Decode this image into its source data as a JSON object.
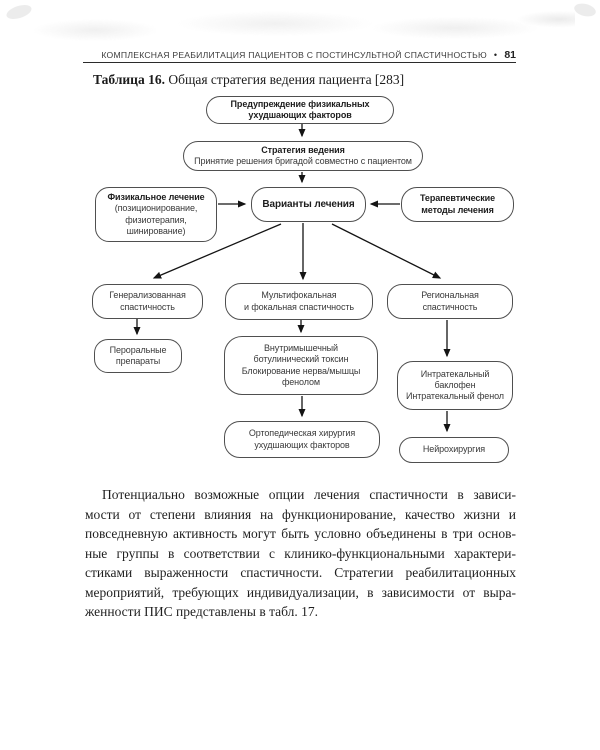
{
  "colors": {
    "page_background": "#ffffff",
    "rule": "#2b2b2b",
    "box_border": "#4f4f4f",
    "arrow": "#141414",
    "text": "#1f1f1f"
  },
  "header": {
    "running_head": "КОМПЛЕКСНАЯ РЕАБИЛИТАЦИЯ ПАЦИЕНТОВ С ПОСТИНСУЛЬТНОЙ СПАСТИЧНОСТЬЮ",
    "bullet": "•",
    "page_number": "81"
  },
  "caption": {
    "label": "Таблица 16.",
    "text": " Общая стратегия ведения пациента [283]"
  },
  "diagram": {
    "prevention": [
      "Предупреждение физикальных",
      "ухудшающих факторов"
    ],
    "strategy_title": "Стратегия ведения",
    "strategy_sub": "Принятие решения бригадой совместно с пациентом",
    "physical_title": "Физикальное лечение",
    "physical_lines": [
      "(позиционирование,",
      "физиотерапия,",
      "шинирование)"
    ],
    "options": "Варианты лечения",
    "therapeutic": [
      "Терапевтические",
      "методы лечения"
    ],
    "generalized": [
      "Генерализованная",
      "спастичность"
    ],
    "multifocal": [
      "Мультифокальная",
      "и фокальная спастичность"
    ],
    "regional": [
      "Региональная",
      "спастичность"
    ],
    "oral": [
      "Пероральные",
      "препараты"
    ],
    "botulinum": [
      "Внутримышечный",
      "ботулинический токсин",
      "Блокирование нерва/мышцы",
      "фенолом"
    ],
    "intrathecal": [
      "Интратекальный",
      "баклофен",
      "Интратекальный фенол"
    ],
    "orthopedic": [
      "Ортопедическая хирургия",
      "ухудшающих факторов"
    ],
    "neurosurgery": "Нейрохирургия"
  },
  "paragraph": {
    "lines": [
      "Потенциально возможные опции лечения спастичности в зависи-",
      "мости от степени влияния на функционирование, качество жизни и",
      "повседневную активность могут быть условно объединены в три основ-",
      "ные группы в соответствии с клинико-функциональными характери-",
      "стиками выраженности спастичности. Стратегии реабилитационных",
      "мероприятий, требующих индивидуализации, в зависимости от выра-",
      "женности ПИС представлены в табл. 17."
    ]
  }
}
